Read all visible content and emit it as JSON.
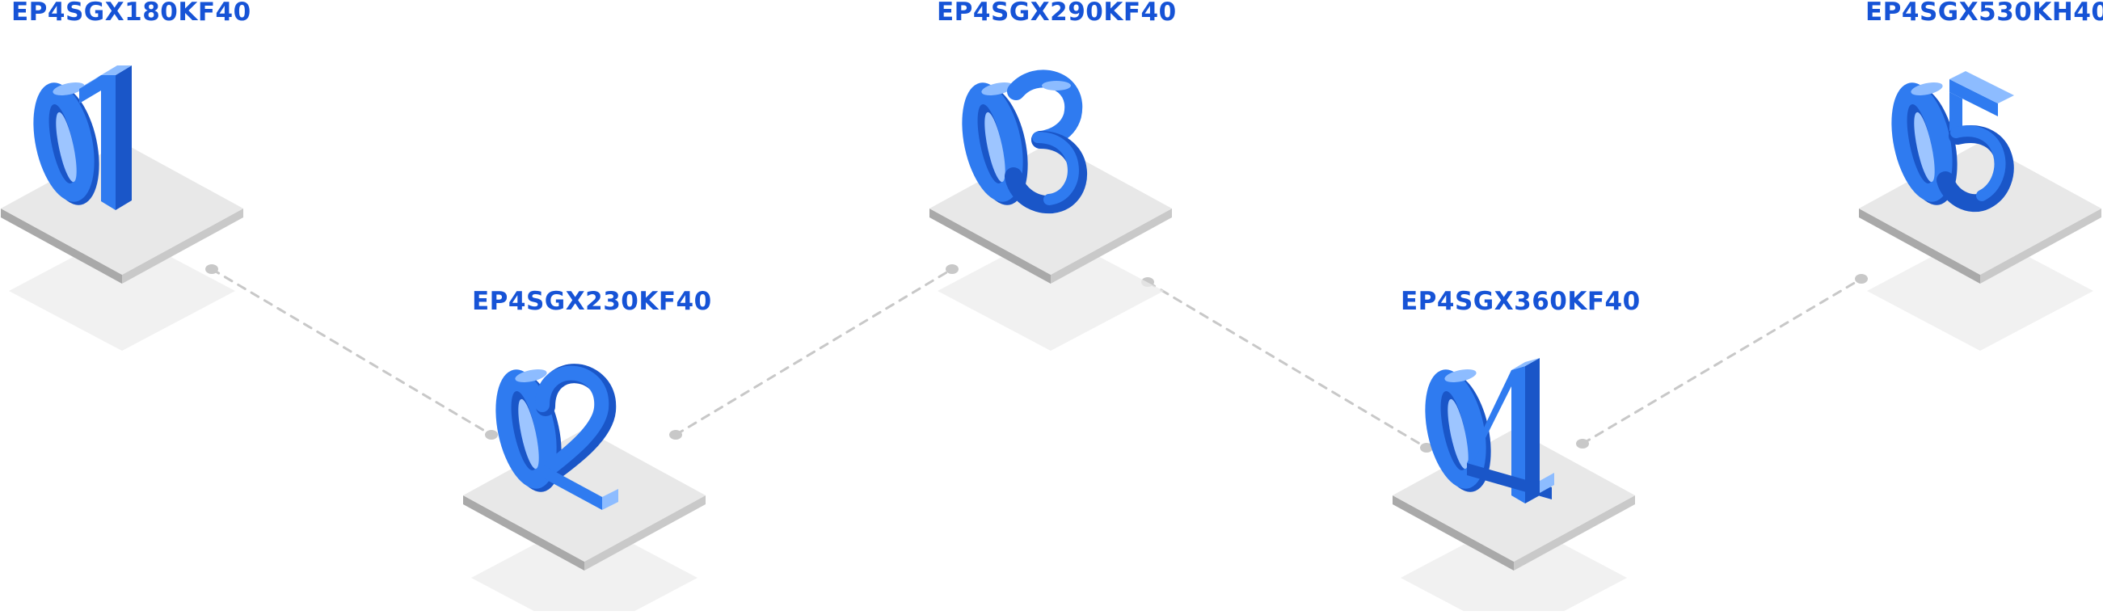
{
  "colors": {
    "label_blue": "#1653d6",
    "digit_face": "#2f7bf0",
    "digit_side": "#1a56c8",
    "digit_top": "#8dbcff",
    "digit_inner": "#9dc5ff",
    "platform_top": "#e8e8e8",
    "platform_left": "#a9a9a9",
    "platform_right": "#c9c9c9",
    "shadow": "#ececec",
    "connector": "#c8c8c8"
  },
  "steps": [
    {
      "number": "01",
      "label": "EP4SGX180KF40",
      "icon": "number-01-icon"
    },
    {
      "number": "02",
      "label": "EP4SGX230KF40",
      "icon": "number-02-icon"
    },
    {
      "number": "03",
      "label": "EP4SGX290KF40",
      "icon": "number-03-icon"
    },
    {
      "number": "04",
      "label": "EP4SGX360KF40",
      "icon": "number-04-icon"
    },
    {
      "number": "05",
      "label": "EP4SGX530KH40",
      "icon": "number-05-icon"
    }
  ]
}
